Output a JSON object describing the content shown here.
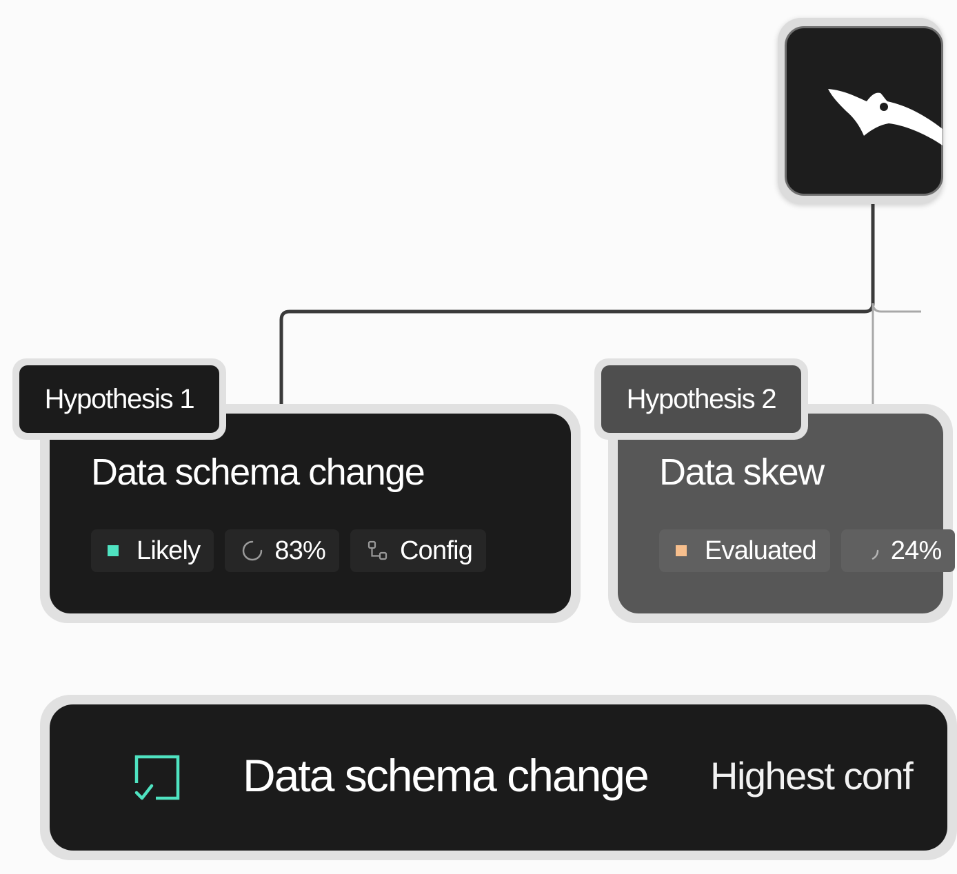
{
  "colors": {
    "background": "#fbfbfb",
    "card_dark": "#1b1b1b",
    "card_muted": "#575757",
    "likely_accent": "#4fe3c1",
    "evaluated_accent": "#f7bf8d",
    "connector_primary": "#3a3a3a",
    "connector_secondary": "#a8a8a8"
  },
  "root": {
    "logo_icon": "bird-logo-icon"
  },
  "hypotheses": [
    {
      "tag": "Hypothesis 1",
      "title": "Data schema change",
      "status": {
        "label": "Likely",
        "color": "#4fe3c1"
      },
      "confidence": {
        "label": "83%",
        "icon": "progress-ring-icon"
      },
      "source": {
        "label": "Config",
        "icon": "config-nodes-icon"
      }
    },
    {
      "tag": "Hypothesis 2",
      "title": "Data skew",
      "status": {
        "label": "Evaluated",
        "color": "#f7bf8d"
      },
      "confidence": {
        "label": "24%",
        "icon": "progress-ring-icon"
      }
    }
  ],
  "result": {
    "icon": "check-square-icon",
    "title": "Data schema change",
    "subtitle": "Highest conf"
  }
}
